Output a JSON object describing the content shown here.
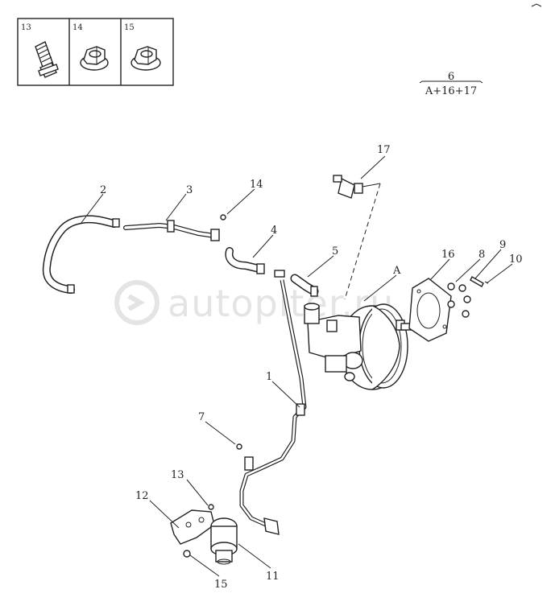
{
  "fastener_table": [
    {
      "num": "13",
      "icon": "bolt-icon"
    },
    {
      "num": "14",
      "icon": "flange-nut-icon"
    },
    {
      "num": "15",
      "icon": "flange-nut-icon"
    }
  ],
  "kit": {
    "number": "6",
    "formula": "A+16+17"
  },
  "watermark": "autopiter.ru",
  "labels": {
    "l1": "1",
    "l2": "2",
    "l3": "3",
    "l4": "4",
    "l5": "5",
    "l7": "7",
    "l8": "8",
    "l9": "9",
    "l10": "10",
    "l11": "11",
    "l12": "12",
    "l13": "13",
    "l14": "14",
    "l15": "15",
    "l16": "16",
    "l17": "17",
    "lA": "A"
  }
}
